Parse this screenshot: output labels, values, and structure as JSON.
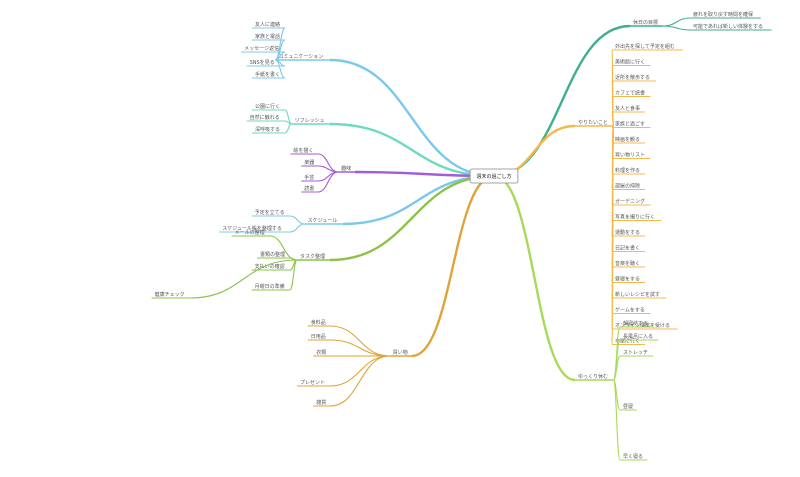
{
  "root": {
    "label": "週末の過ごし方"
  },
  "colors": {
    "teal": "#3fae8f",
    "orange": "#f5b94a",
    "lime": "#a8d957",
    "sky": "#7cc8ec",
    "mint": "#6fd9c1",
    "purple": "#a55bd8",
    "gold": "#e0a33a",
    "green": "#8bc34a"
  },
  "branches": [
    {
      "id": "b1",
      "color": "teal",
      "label": "休日の目標",
      "children": [
        "疲れを取り戻す時間を確保",
        "可能であれば新しい体験をする"
      ]
    },
    {
      "id": "b2",
      "color": "orange",
      "label": "やりたいこと",
      "children": [
        "外出先を探して予定を組む",
        "美術館に行く",
        "近所を散歩する",
        "カフェで読書",
        "友人と食事",
        "家族と過ごす",
        "映画を観る",
        "買い物リスト",
        "料理を作る",
        "部屋の掃除",
        "ガーデニング",
        "写真を撮りに行く",
        "運動をする",
        "日記を書く",
        "音楽を聴く",
        "昼寝をする",
        "新しいレシピを試す",
        "ゲームをする",
        "オンライン講座を受ける",
        "本屋に行く"
      ]
    },
    {
      "id": "b3",
      "color": "lime",
      "label": "ゆっくり休む",
      "children": [
        "朝寝坊する",
        "長風呂に入る",
        "ストレッチ",
        "昼寝",
        "早く寝る"
      ]
    },
    {
      "id": "b4",
      "color": "sky",
      "label": "コミュニケーション",
      "children": [
        "友人に連絡",
        "家族と電話",
        "メッセージ返信",
        "SNSを見る",
        "手紙を書く"
      ]
    },
    {
      "id": "b5",
      "color": "mint",
      "label": "リフレッシュ",
      "children": [
        "公園に行く",
        "自然に触れる",
        "深呼吸する"
      ]
    },
    {
      "id": "b6",
      "color": "purple",
      "label": "趣味",
      "children": [
        "絵を描く",
        "楽器",
        "手芸",
        "読書"
      ]
    },
    {
      "id": "b7",
      "color": "sky",
      "label": "スケジュール",
      "children": [
        "予定を立てる",
        "スケジュール帳を整理する"
      ]
    },
    {
      "id": "b8",
      "color": "green",
      "label": "タスク整理",
      "children": [
        "メールの整理",
        "書類の整理",
        "支払いの確認",
        "月曜日の準備",
        "健康チェック"
      ]
    },
    {
      "id": "b9",
      "color": "gold",
      "label": "買い物",
      "children": [
        "食料品",
        "日用品",
        "衣類",
        "プレゼント",
        "雑貨"
      ]
    }
  ]
}
